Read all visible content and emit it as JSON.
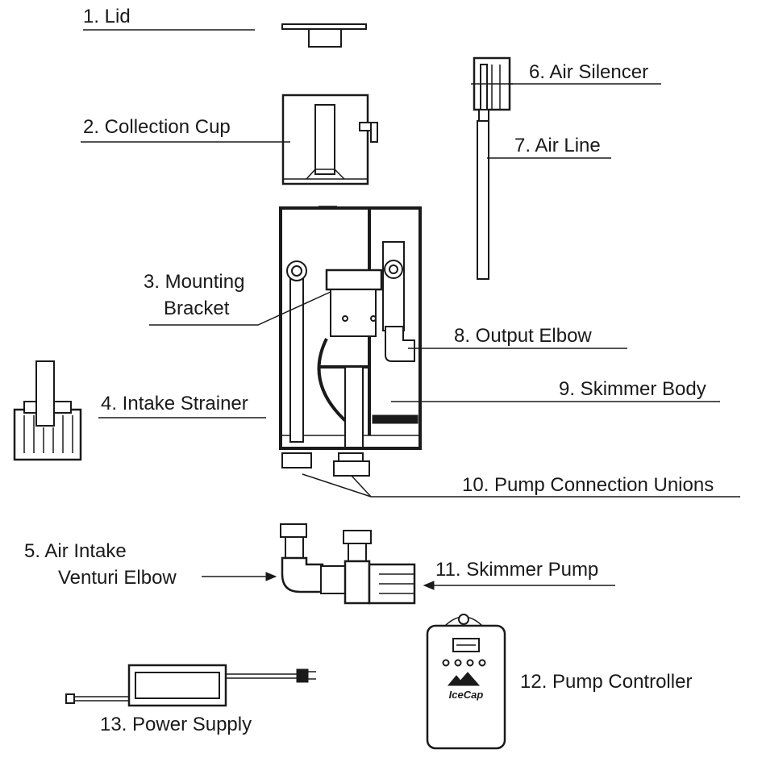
{
  "labels": {
    "lid": "1. Lid",
    "collection_cup": "2. Collection Cup",
    "mounting_bracket_line1": "3. Mounting",
    "mounting_bracket_line2": "Bracket",
    "intake_strainer": "4. Intake Strainer",
    "air_intake_line1": "5. Air Intake",
    "air_intake_line2": "Venturi Elbow",
    "air_silencer": "6. Air Silencer",
    "air_line": "7. Air Line",
    "output_elbow": "8. Output Elbow",
    "skimmer_body": "9. Skimmer Body",
    "pump_unions": "10. Pump Connection Unions",
    "skimmer_pump": "11. Skimmer Pump",
    "pump_controller": "12. Pump Controller",
    "power_supply": "13. Power Supply"
  },
  "controller": {
    "brand": "IceCap"
  }
}
